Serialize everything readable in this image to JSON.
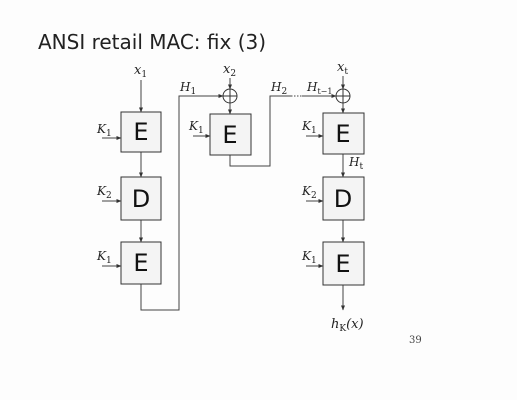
{
  "slide": {
    "title": "ANSI retail MAC: fix (3)",
    "page_number": "39"
  },
  "diagram": {
    "columns": [
      {
        "input": {
          "base": "x",
          "sub": "1"
        },
        "blocks": [
          {
            "letter": "E",
            "key": {
              "base": "K",
              "sub": "1"
            }
          },
          {
            "letter": "D",
            "key": {
              "base": "K",
              "sub": "2"
            }
          },
          {
            "letter": "E",
            "key": {
              "base": "K",
              "sub": "1"
            }
          }
        ]
      },
      {
        "input": {
          "base": "x",
          "sub": "2"
        },
        "blocks": [
          {
            "letter": "E",
            "key": {
              "base": "K",
              "sub": "1"
            }
          }
        ]
      },
      {
        "input": {
          "base": "x",
          "sub": "t"
        },
        "blocks": [
          {
            "letter": "E",
            "key": {
              "base": "K",
              "sub": "1"
            }
          },
          {
            "letter": "D",
            "key": {
              "base": "K",
              "sub": "2"
            }
          },
          {
            "letter": "E",
            "key": {
              "base": "K",
              "sub": "1"
            }
          }
        ]
      }
    ],
    "chain_labels": {
      "h1": {
        "base": "H",
        "sub": "1"
      },
      "h2": {
        "base": "H",
        "sub": "2"
      },
      "ht_minus_1": {
        "base": "H",
        "sub": "t−1"
      },
      "ht": {
        "base": "H",
        "sub": "t"
      }
    },
    "output": {
      "base": "h",
      "sub": "K",
      "arg": "(x)"
    }
  }
}
